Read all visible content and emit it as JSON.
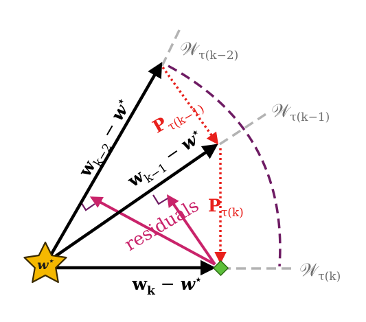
{
  "colors": {
    "arrow": "#000000",
    "subspace_line": "#b3b3b3",
    "subspace_label": "#6f6f6f",
    "projection": "#e8201c",
    "arc": "#6e1b63",
    "residual": "#c9236a",
    "right_angle": "#6e1b63",
    "star_fill": "#f5b800",
    "star_stroke": "#3a2a00",
    "diamond_fill": "#5cbf3a",
    "diamond_stroke": "#2f6e17"
  },
  "vectors": {
    "k2": {
      "bold": "w",
      "sub": "k−2",
      "sep": " − ",
      "wstar": "w",
      "sup": "⋆"
    },
    "k1": {
      "bold": "w",
      "sub": "k−1",
      "sep": " − ",
      "wstar": "w",
      "sup": "⋆"
    },
    "k": {
      "bold": "w",
      "sub": "k",
      "sep": " − ",
      "wstar": "w",
      "sup": "⋆"
    }
  },
  "subspaces": {
    "k2": {
      "script": "𝒲",
      "sub": "τ(k−2)"
    },
    "k1": {
      "script": "𝒲",
      "sub": "τ(k−1)"
    },
    "k": {
      "script": "𝒲",
      "sub": "τ(k)"
    }
  },
  "projections": {
    "p1": {
      "letter": "P",
      "sub": "τ(k−1)"
    },
    "p2": {
      "letter": "P",
      "sub": "τ(k)"
    }
  },
  "residuals_label": "residuals",
  "star_label": {
    "letter": "w",
    "sup": "⋆"
  }
}
